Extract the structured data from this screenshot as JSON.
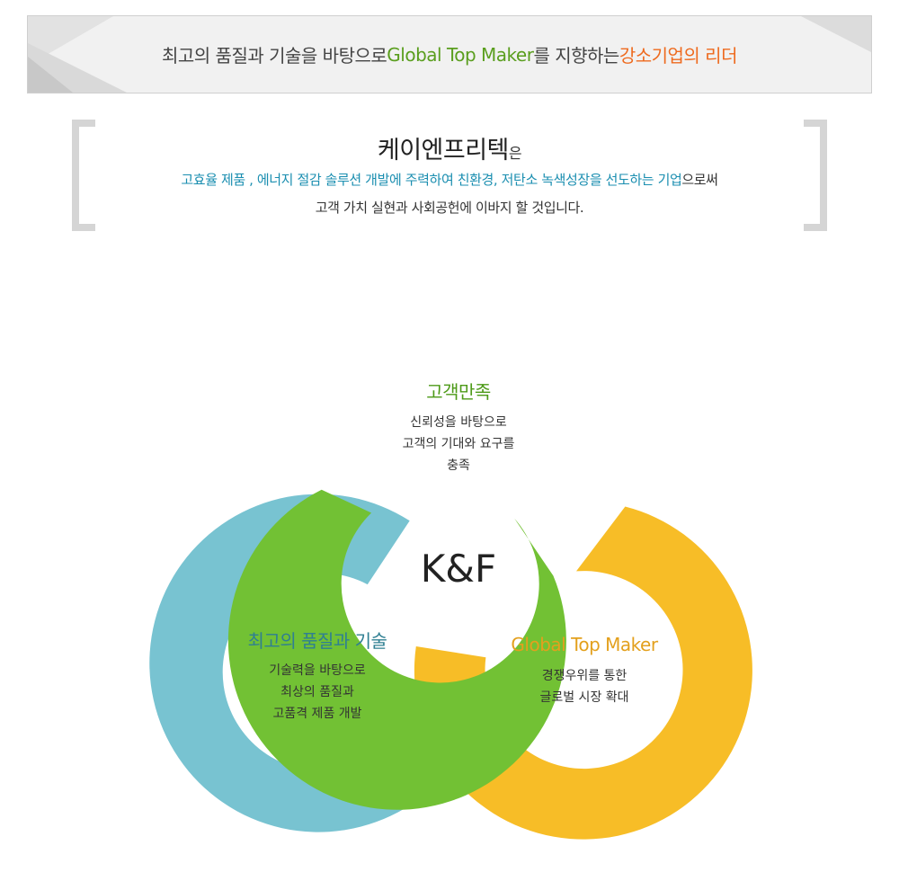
{
  "banner": {
    "text_start": "최고의 품질과 기술을 바탕으로 ",
    "highlight_green": "Global Top Maker",
    "text_mid": " 를 지향하는 ",
    "highlight_orange": "강소기업의 리더"
  },
  "intro": {
    "company": "케이엔프리텍",
    "company_suffix": "은",
    "line1_highlight": "고효율 제품 , 에너지 절감 솔루션 개발에 주력하여 친환경, 저탄소 녹색성장을 선도하는 기업",
    "line1_tail": "으로써",
    "line2": "고객 가치 실현과 사회공헌에 이바지 할 것입니다."
  },
  "diagram": {
    "center": "K&F",
    "colors": {
      "green": "#72c134",
      "blue": "#78c3d1",
      "yellow": "#f7bd27"
    },
    "rings": {
      "satisfaction": {
        "title": "고객만족",
        "lines": [
          "신뢰성을 바탕으로",
          "고객의 기대와 요구를",
          "충족"
        ]
      },
      "quality": {
        "title": "최고의 품질과 기술",
        "lines": [
          "기술력을 바탕으로",
          "최상의 품질과",
          "고품격 제품 개발"
        ]
      },
      "global": {
        "title": "Global Top Maker",
        "lines": [
          "경쟁우위를 통한",
          "글로벌 시장 확대"
        ]
      }
    }
  }
}
